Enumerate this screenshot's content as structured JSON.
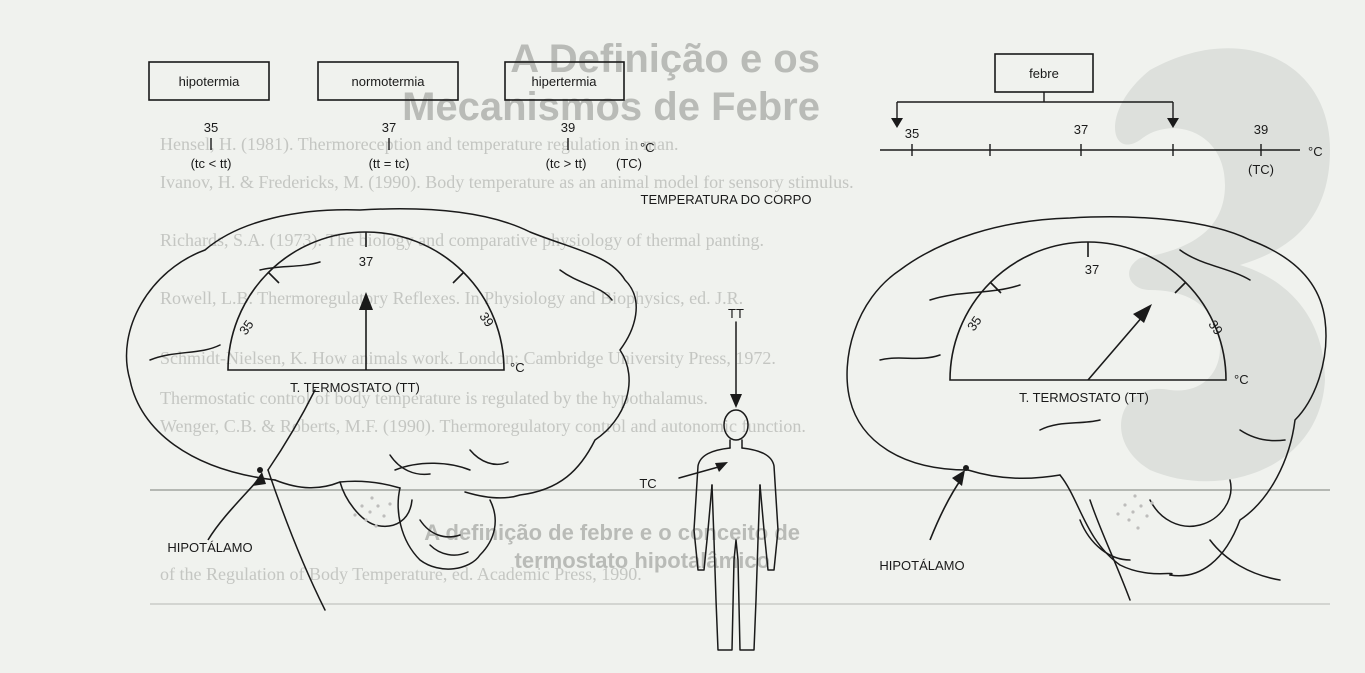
{
  "colors": {
    "paper": "#f0f2ee",
    "ink": "#1a1a1a",
    "showthrough": "#c4c6c2"
  },
  "states": {
    "hypo": "hipotermia",
    "normo": "normotermia",
    "hyper": "hipertermia",
    "fever": "febre"
  },
  "left_scale": {
    "t35": "35",
    "t37": "37",
    "t39": "39",
    "c35": "(tc < tt)",
    "c37": "(tt = tc)",
    "c39": "(tc > tt)",
    "tc": "(TC)",
    "unit": "°C"
  },
  "right_scale": {
    "t35": "35",
    "t37": "37",
    "t39": "39",
    "tc": "(TC)",
    "unit": "°C"
  },
  "caption_temp": "TEMPERATURA DO CORPO",
  "left_brain": {
    "d35": "35",
    "d37": "37",
    "d39": "39",
    "unit": "°C",
    "thermostat": "T. TERMOSTATO (TT)",
    "hypothalamus": "HIPOTÁLAMO"
  },
  "right_brain": {
    "d35": "35",
    "d37": "37",
    "d39": "39",
    "unit": "°C",
    "thermostat": "T. TERMOSTATO (TT)",
    "hypothalamus": "HIPOTÁLAMO"
  },
  "body": {
    "tt": "TT",
    "tc": "TC"
  },
  "bleed": {
    "title_1": "A Definição e os",
    "title_2": "Mecanismos de Febre",
    "sub_1": "A definição de febre e o conceito de",
    "sub_2": "termostato hipotalâmico",
    "lines": [
      "Hensel, H. (1981). Thermoreception and temperature regulation in man.",
      "Ivanov, H. & Fredericks, M. (1990). Body temperature as an animal model for sensory stimulus.",
      "Richards, S.A. (1973). The biology and comparative physiology of thermal panting.",
      "Rowell, L.B. Thermoregulatory Reflexes. In Physiology and Biophysics, ed. J.R.",
      "Schmidt-Nielsen, K. How animals work. London: Cambridge University Press, 1972.",
      "Thermostatic control of body temperature is regulated by the hypothalamus.",
      "Wenger, C.B. & Roberts, M.F. (1990). Thermoregulatory control and autonomic function.",
      "of the Regulation of Body Temperature, ed. Academic Press, 1990."
    ]
  }
}
